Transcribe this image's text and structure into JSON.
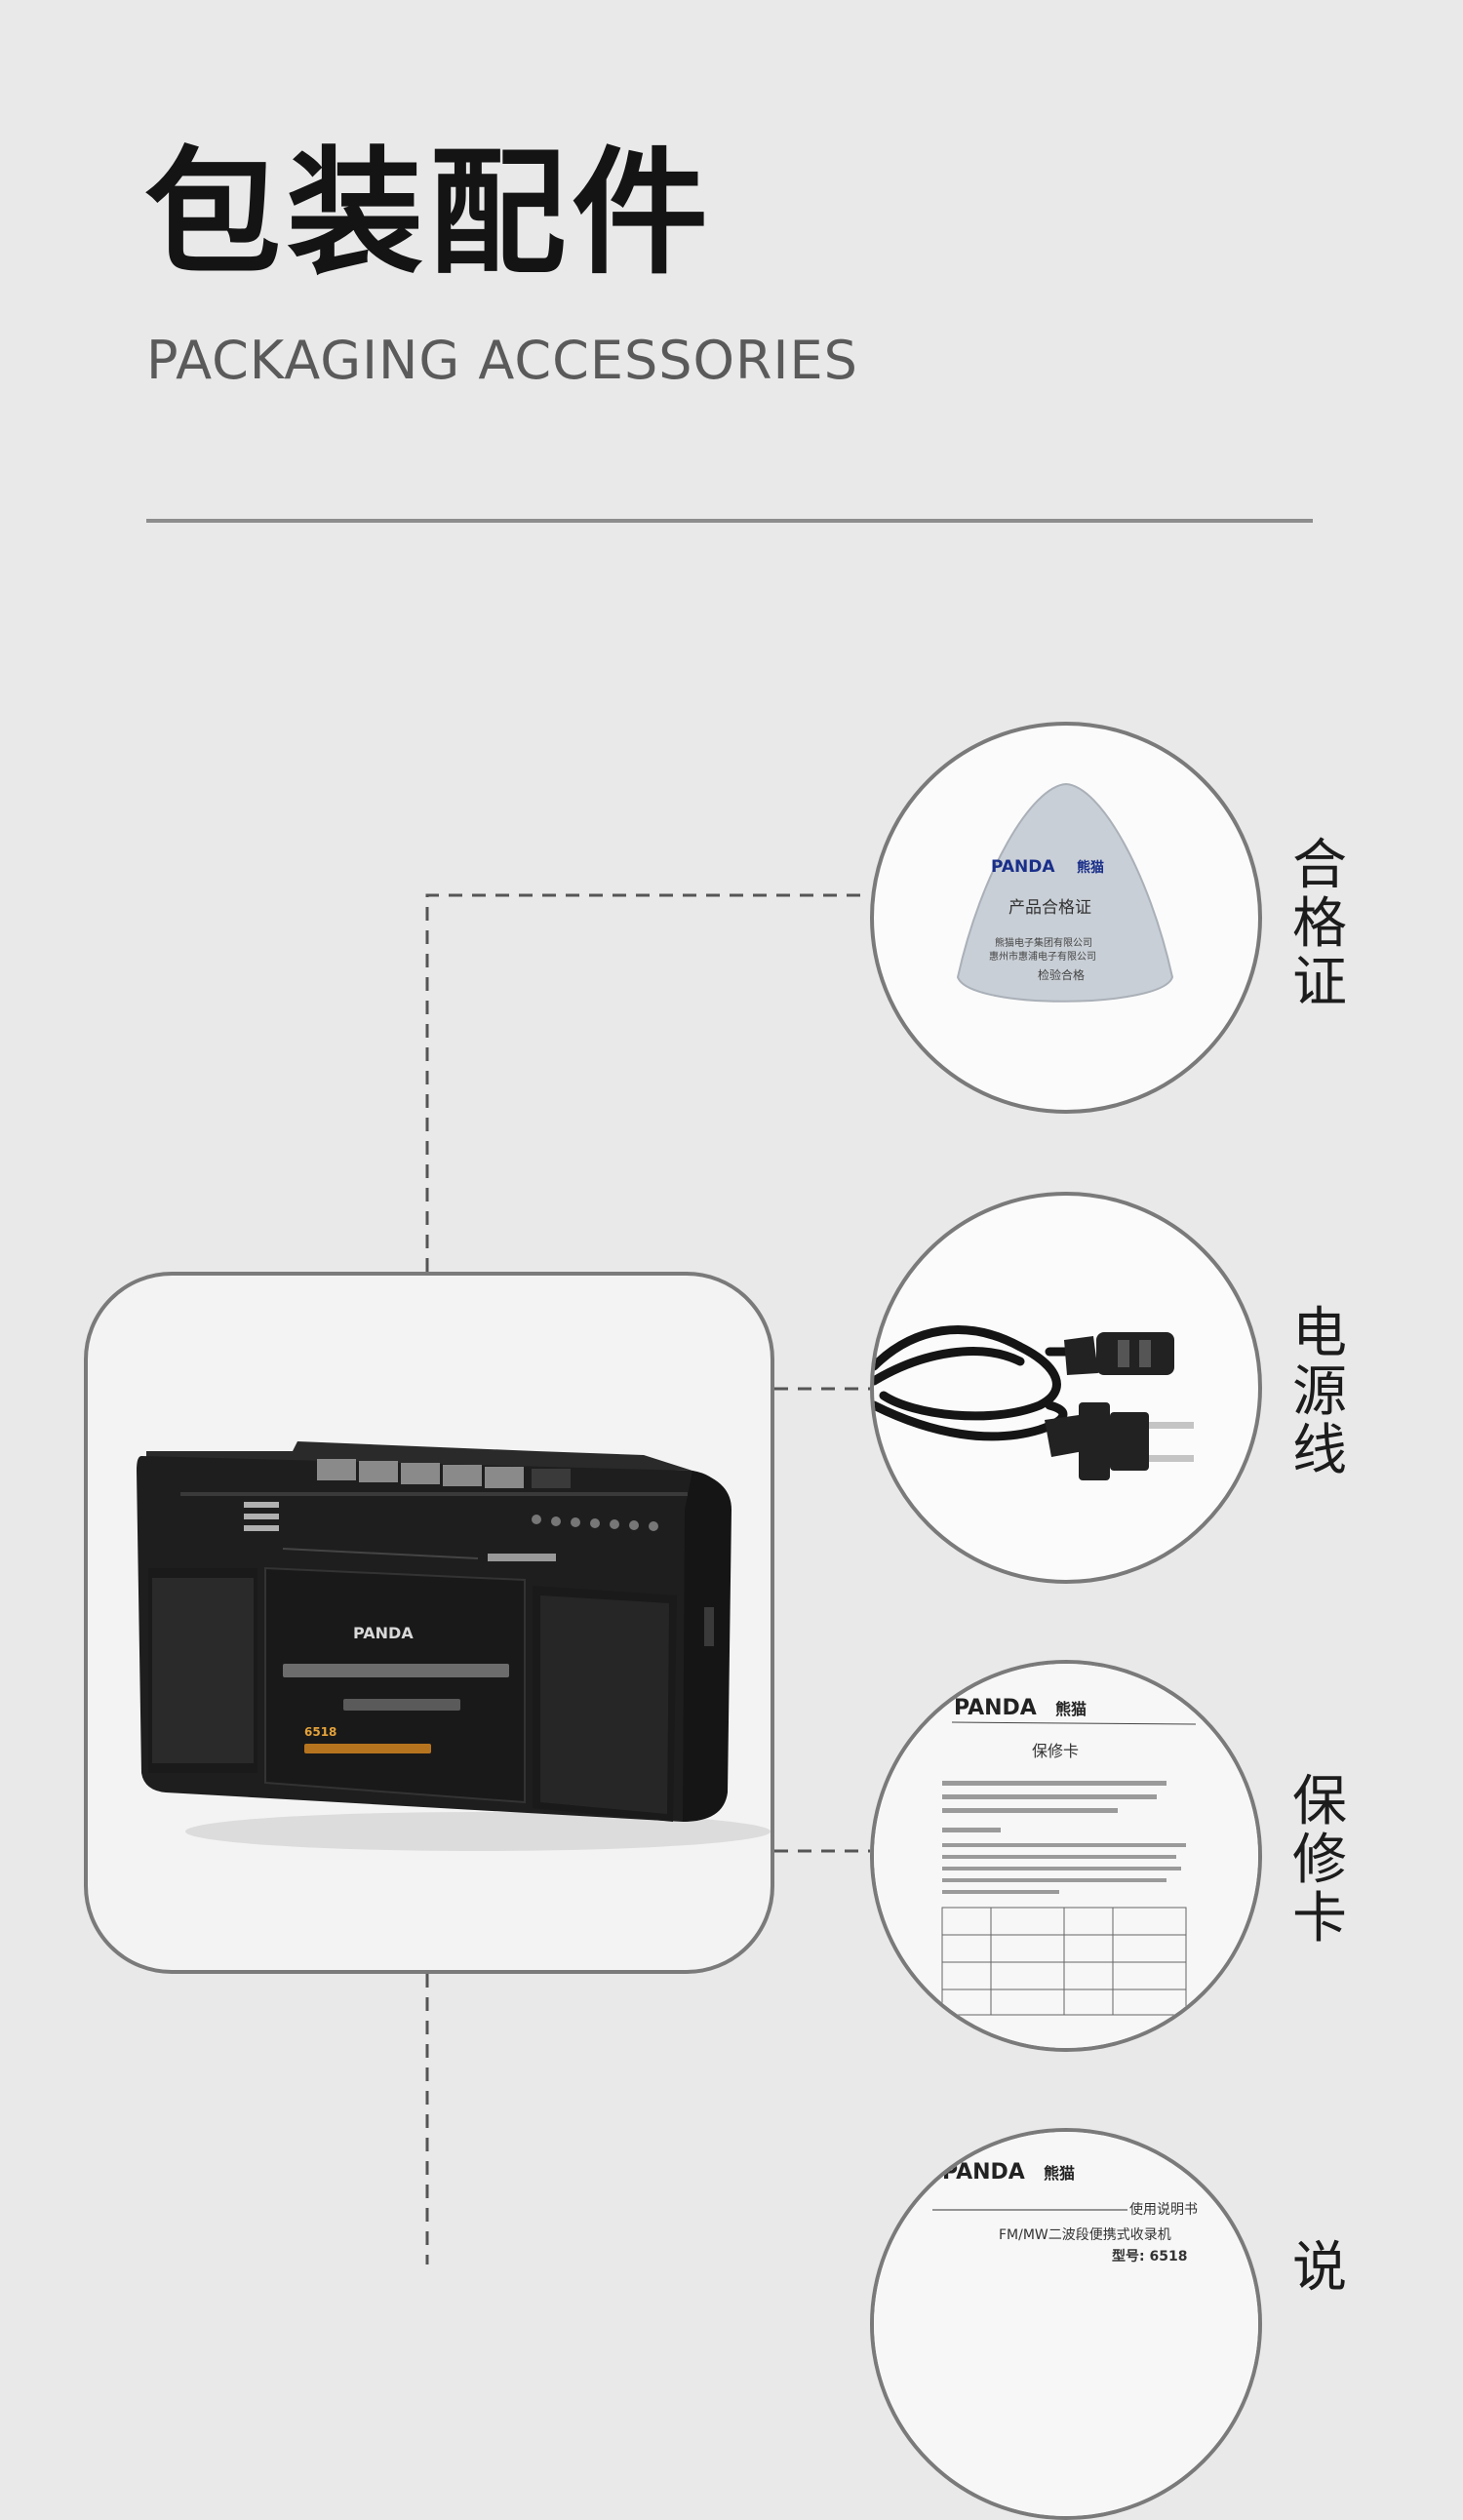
{
  "header": {
    "title_cn": "包装配件",
    "title_en": "PACKAGING ACCESSORIES"
  },
  "product": {
    "brand": "PANDA",
    "model": "6518"
  },
  "accessories": [
    {
      "label": "合格证",
      "icon": "certificate-image",
      "content": {
        "brand": "PANDA",
        "brand_cn": "熊猫",
        "title": "产品合格证",
        "line1": "熊猫电子集团有限公司",
        "line2": "惠州市惠浦电子有限公司",
        "line3": "检验合格"
      }
    },
    {
      "label": "电源线",
      "icon": "power-cord-image"
    },
    {
      "label": "保修卡",
      "icon": "warranty-card-image",
      "content": {
        "brand": "PANDA",
        "brand_cn": "熊猫",
        "title": "保修卡"
      }
    },
    {
      "label": "说",
      "icon": "manual-image",
      "content": {
        "brand": "PANDA",
        "brand_cn": "熊猫",
        "title": "使用说明书",
        "subtitle": "FM/MW二波段便携式收录机",
        "model_line": "型号: 6518"
      }
    }
  ],
  "colors": {
    "background": "#e9e9e9",
    "line": "#7a7a7a",
    "title": "#141414",
    "brand_blue": "#1a2f8a"
  }
}
